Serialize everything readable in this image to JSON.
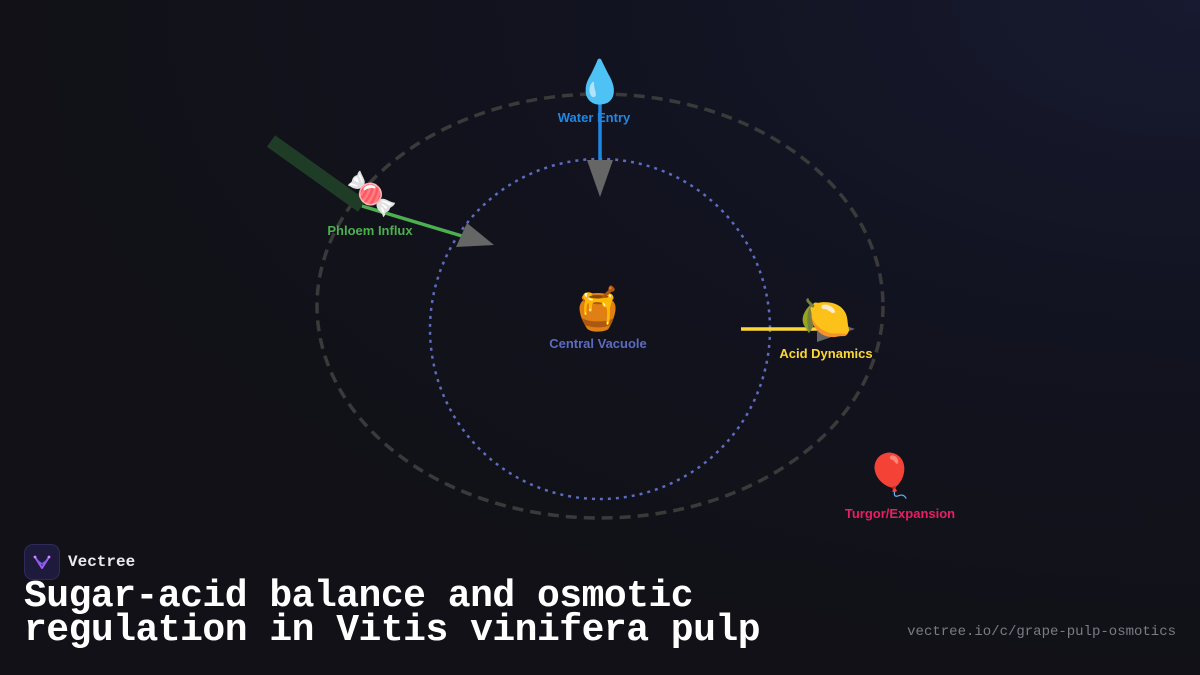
{
  "brand": {
    "name": "Vectree",
    "icon": "vectree-logo-icon"
  },
  "title": "Sugar-acid balance and osmotic regulation in Vitis vinifera pulp",
  "url": "vectree.io/c/grape-pulp-osmotics",
  "nodes": {
    "center": {
      "label": "Central Vacuole",
      "emoji": "🍯",
      "color": "#5c6bc0"
    },
    "water": {
      "label": "Water Entry",
      "emoji": "💧",
      "color": "#1e88e5"
    },
    "phloem": {
      "label": "Phloem Influx",
      "emoji": "🍬",
      "color": "#4caf50"
    },
    "acid": {
      "label": "Acid Dynamics",
      "emoji": "🍋",
      "color": "#fdd835"
    },
    "turgor": {
      "label": "Turgor/Expansion",
      "emoji": "🎈",
      "color": "#e91e63"
    }
  },
  "colors": {
    "outer_ring": "#3a3a3a",
    "inner_ring": "#5c6bc0",
    "arrowhead": "#666666",
    "phloem_bar": "#1f3d26"
  }
}
